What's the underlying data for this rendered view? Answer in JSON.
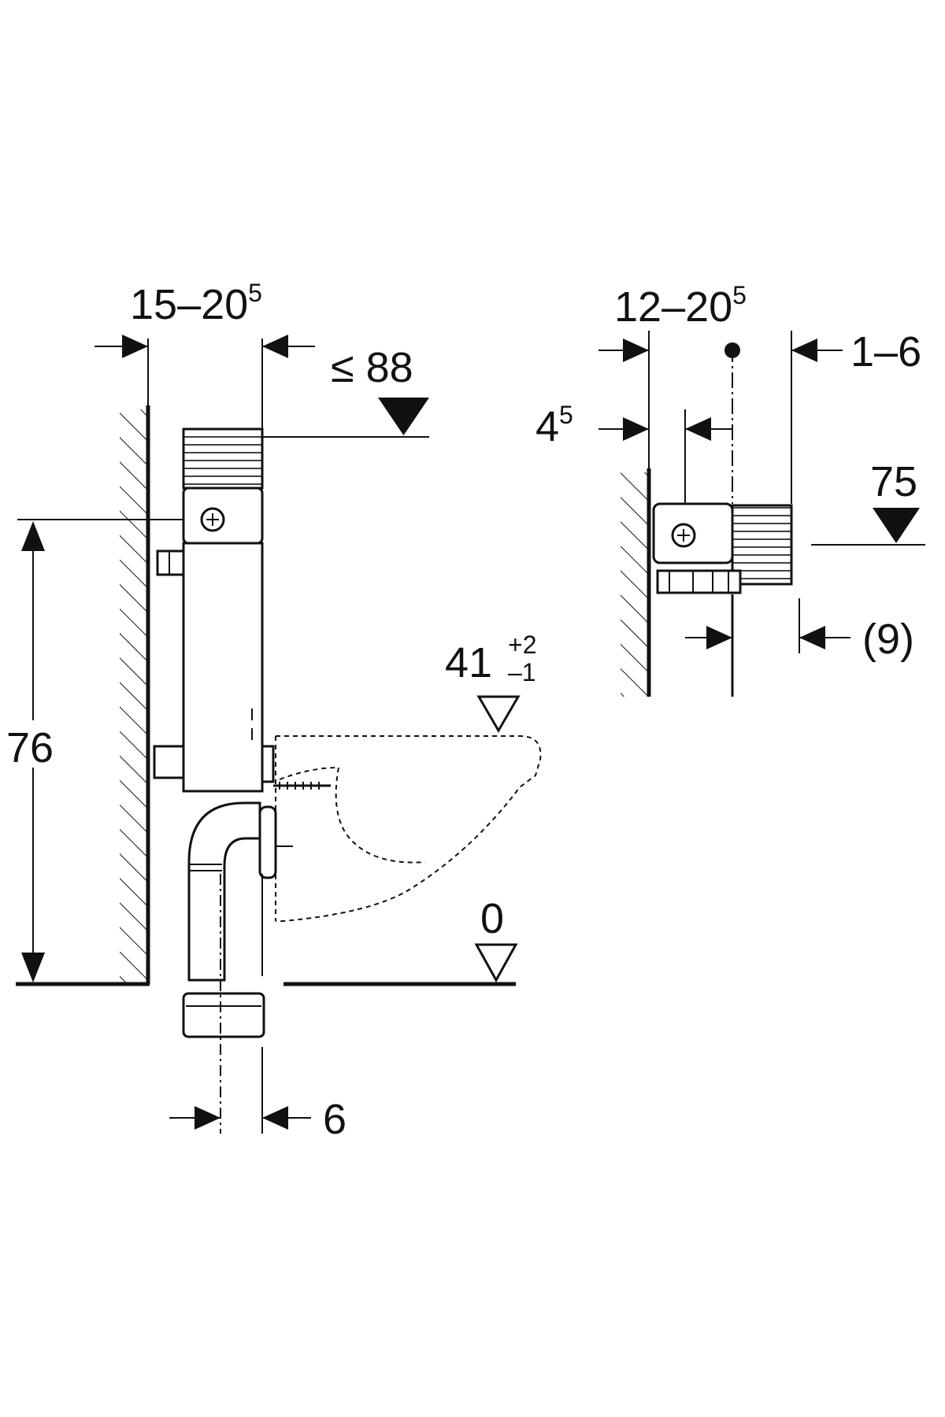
{
  "dimensions": {
    "left_depth": {
      "base": "15–20",
      "sup": "5"
    },
    "max_height": "≤ 88",
    "height_76": "76",
    "bowl_height": {
      "base": "41",
      "sup": "+2",
      "sub": "–1"
    },
    "floor_level": "0",
    "drain_offset": "6",
    "right_depth": {
      "base": "12–20",
      "sup": "5"
    },
    "right_gap": {
      "base": "4",
      "sup": "5"
    },
    "right_range": "1–6",
    "right_height": "75",
    "right_bottom": "(9)"
  },
  "colors": {
    "ink": "#111111",
    "background": "#ffffff"
  }
}
